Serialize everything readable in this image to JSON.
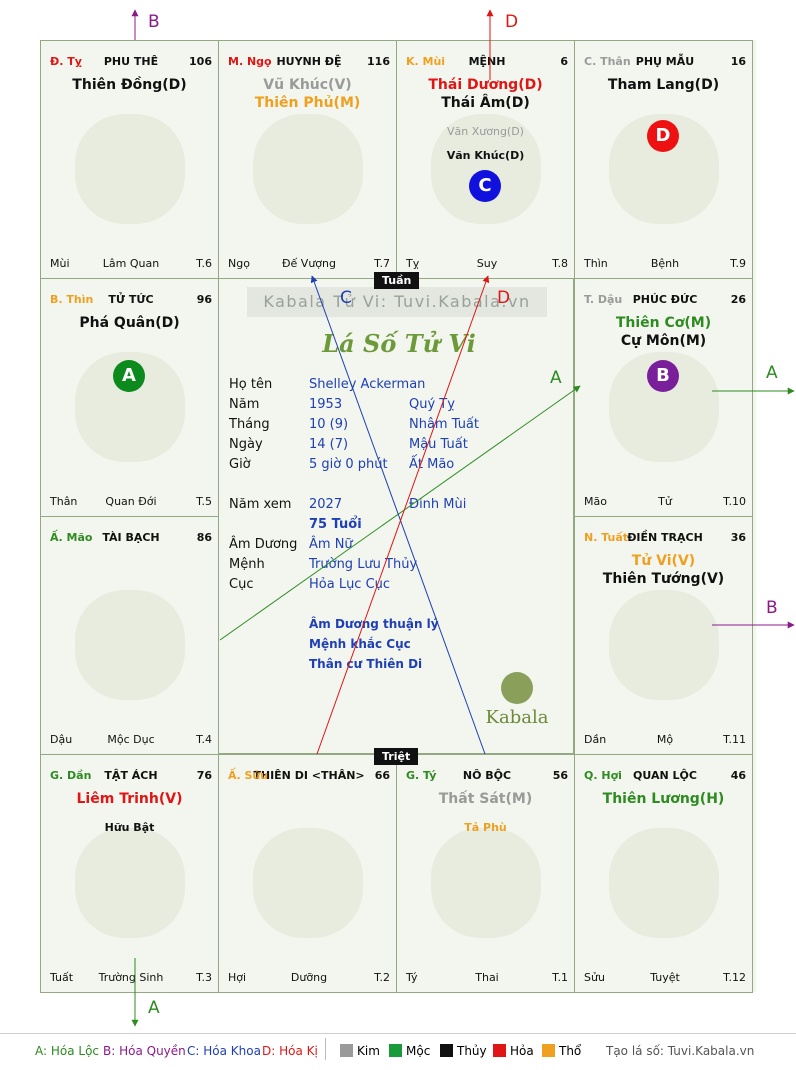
{
  "colors": {
    "green": "#2e8b22",
    "purple": "#8b1a8b",
    "blue": "#1e3fb5",
    "red": "#e01515",
    "orange": "#f0a020",
    "gray": "#9a9a9a",
    "black": "#111111",
    "circleA": "#0c8a1e",
    "circleB": "#7a1f9a",
    "circleC": "#1111dd",
    "circleD": "#ee1111"
  },
  "cells": {
    "ty": {
      "can": "Đ. Tỵ",
      "can_color": "#e01515",
      "name": "PHU THÊ",
      "num": "106",
      "stars": [
        {
          "t": "Thiên Đồng(D)",
          "c": "#111111"
        }
      ],
      "bt": "Mùi",
      "ph": "Lâm Quan",
      "tg": "T.6"
    },
    "ngo": {
      "can": "M. Ngọ",
      "can_color": "#e01515",
      "name": "HUYNH ĐỆ",
      "num": "116",
      "stars": [
        {
          "t": "Vũ Khúc(V)",
          "c": "#9a9a9a"
        },
        {
          "t": "Thiên Phủ(M)",
          "c": "#f0a020"
        }
      ],
      "bt": "Ngọ",
      "ph": "Đế Vượng",
      "tg": "T.7"
    },
    "mui": {
      "can": "K. Mùi",
      "can_color": "#f0a020",
      "name": "MỆNH",
      "num": "6",
      "stars": [
        {
          "t": "Thái Dương(D)",
          "c": "#e01515"
        },
        {
          "t": "Thái Âm(D)",
          "c": "#111111"
        }
      ],
      "minor": [
        "Văn Xương(D)",
        "Văn Khúc(D)"
      ],
      "bt": "Tỵ",
      "ph": "Suy",
      "tg": "T.8"
    },
    "than": {
      "can": "C. Thân",
      "can_color": "#9a9a9a",
      "name": "PHỤ MẪU",
      "num": "16",
      "stars": [
        {
          "t": "Tham Lang(D)",
          "c": "#111111"
        }
      ],
      "bt": "Thìn",
      "ph": "Bệnh",
      "tg": "T.9"
    },
    "thin": {
      "can": "B. Thìn",
      "can_color": "#f0a020",
      "name": "TỬ TỨC",
      "num": "96",
      "stars": [
        {
          "t": "Phá Quân(D)",
          "c": "#111111"
        }
      ],
      "bt": "Thân",
      "ph": "Quan Đới",
      "tg": "T.5"
    },
    "dau": {
      "can": "T. Dậu",
      "can_color": "#9a9a9a",
      "name": "PHÚC ĐỨC",
      "num": "26",
      "stars": [
        {
          "t": "Thiên Cơ(M)",
          "c": "#2e8b22"
        },
        {
          "t": "Cự Môn(M)",
          "c": "#111111"
        }
      ],
      "bt": "Mão",
      "ph": "Tử",
      "tg": "T.10"
    },
    "mao": {
      "can": "Ấ. Mão",
      "can_color": "#2e8b22",
      "name": "TÀI BẠCH",
      "num": "86",
      "stars": [],
      "bt": "Dậu",
      "ph": "Mộc Dục",
      "tg": "T.4"
    },
    "tuat": {
      "can": "N. Tuất",
      "can_color": "#f0a020",
      "name": "ĐIỀN TRẠCH",
      "num": "36",
      "stars": [
        {
          "t": "Tử Vi(V)",
          "c": "#f0a020"
        },
        {
          "t": "Thiên Tướng(V)",
          "c": "#111111"
        }
      ],
      "bt": "Dần",
      "ph": "Mộ",
      "tg": "T.11"
    },
    "dan": {
      "can": "G. Dần",
      "can_color": "#2e8b22",
      "name": "TẬT ÁCH",
      "num": "76",
      "stars": [
        {
          "t": "Liêm Trinh(V)",
          "c": "#e01515"
        }
      ],
      "minor": [
        "Hữu Bật"
      ],
      "bt": "Tuất",
      "ph": "Trường Sinh",
      "tg": "T.3"
    },
    "suu": {
      "can": "Ấ. Sửu",
      "can_color": "#f0a020",
      "name": "THIÊN DI <THÂN>",
      "num": "66",
      "stars": [],
      "bt": "Hợi",
      "ph": "Dưỡng",
      "tg": "T.2"
    },
    "ti": {
      "can": "G. Tý",
      "can_color": "#2e8b22",
      "name": "NÔ BỘC",
      "num": "56",
      "stars": [
        {
          "t": "Thất Sát(M)",
          "c": "#9a9a9a"
        }
      ],
      "minor": [
        "Tả Phù"
      ],
      "minor_color": "#f0a020",
      "bt": "Tý",
      "ph": "Thai",
      "tg": "T.1"
    },
    "hoi": {
      "can": "Q. Hợi",
      "can_color": "#2e8b22",
      "name": "QUAN LỘC",
      "num": "46",
      "stars": [
        {
          "t": "Thiên Lương(H)",
          "c": "#2e8b22"
        }
      ],
      "bt": "Sửu",
      "ph": "Tuyệt",
      "tg": "T.12"
    }
  },
  "circles": {
    "A": "A",
    "B": "B",
    "C": "C",
    "D": "D"
  },
  "center": {
    "watermark": "Kabala Tử Vi: Tuvi.Kabala.vn",
    "logo_title": "Lá Số Tử Vi",
    "tag_top": "Tuần",
    "tag_bottom": "Triệt",
    "rows": [
      {
        "label": "Họ tên",
        "v1": "Shelley Ackerman",
        "v2": ""
      },
      {
        "label": "Năm",
        "v1": "1953",
        "v2": "Quý Tỵ"
      },
      {
        "label": "Tháng",
        "v1": "10 (9)",
        "v2": "Nhâm Tuất"
      },
      {
        "label": "Ngày",
        "v1": "14 (7)",
        "v2": "Mậu Tuất"
      },
      {
        "label": "Giờ",
        "v1": "5 giờ 0 phút",
        "v2": "Ất Mão"
      },
      {
        "label": "Năm xem",
        "v1": "2027",
        "v2": "Đinh Mùi"
      },
      {
        "label": "",
        "v1": "75 Tuổi",
        "v2": ""
      },
      {
        "label": "Âm Dương",
        "v1": "Âm Nữ",
        "v2": ""
      },
      {
        "label": "Mệnh",
        "v1": "Trường Lưu Thủy",
        "v2": ""
      },
      {
        "label": "Cục",
        "v1": "Hỏa Lục Cục",
        "v2": ""
      }
    ],
    "notes": [
      "Âm Dương thuận lý",
      "Mệnh khắc Cục",
      "Thân cư Thiên Di"
    ],
    "kabala": "Kabala"
  },
  "legend": {
    "a": "A: Hóa Lộc",
    "b": "B: Hóa Quyền",
    "c": "C: Hóa Khoa",
    "d": "D: Hóa Kị",
    "kim": "Kim",
    "moc": "Mộc",
    "thuy": "Thủy",
    "hoa": "Hỏa",
    "tho": "Thổ",
    "site": "Tạo lá số: Tuvi.Kabala.vn"
  },
  "ext_labels": {
    "a": "A",
    "b": "B",
    "c": "C",
    "d": "D"
  }
}
